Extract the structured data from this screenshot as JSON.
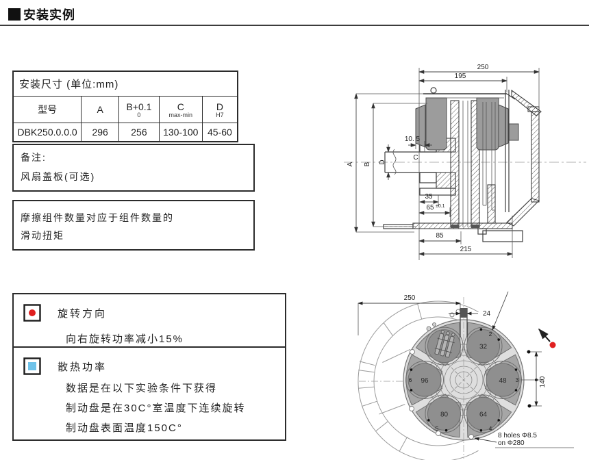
{
  "page": {
    "title": "安装实例"
  },
  "table": {
    "caption": "安装尺寸 (单位:mm)",
    "headers": {
      "model": "型号",
      "a": "A",
      "b": "B+0.1",
      "b_sub": "0",
      "c": "C",
      "c_sub": "max-min",
      "d": "D",
      "d_sub": "H7"
    },
    "row": {
      "model": "DBK250.0.0.0",
      "a": "296",
      "b": "256",
      "c": "130-100",
      "d": "45-60"
    }
  },
  "remark": {
    "title": "备注:",
    "body": "风扇盖板(可选)"
  },
  "friction_note": {
    "line1": "摩擦组件数量对应于组件数量的",
    "line2": "滑动扭矩"
  },
  "legend": {
    "rotation": {
      "title": "旋转方向",
      "body": "向右旋转功率减小15%",
      "marker_color": "#e02020"
    },
    "heat": {
      "title": "散热功率",
      "line1": "数据是在以下实验条件下获得",
      "line2": "制动盘是在30C°室温度下连续旋转",
      "line3": "制动盘表面温度150C°",
      "marker_color": "#6fc3ea"
    }
  },
  "section_view": {
    "dims": {
      "overall_width": "250",
      "cover_width": "195",
      "offset": "10. 5",
      "hub_depth": "35",
      "mount_depth": "65",
      "mount_tol": "±0.1",
      "flange_depth": "85",
      "total_depth": "215",
      "dia_a": "A",
      "dia_b": "B",
      "dia_c": "C",
      "dia_d": "D"
    }
  },
  "front_view": {
    "dims": {
      "square": "250",
      "slot": "24",
      "hole_span": "140"
    },
    "pads": [
      {
        "value": "32",
        "index": "2"
      },
      {
        "value": "48",
        "index": "3"
      },
      {
        "value": "64",
        "index": "4"
      },
      {
        "value": "80",
        "index": "5"
      },
      {
        "value": "96",
        "index": "6"
      }
    ],
    "holes_note_line1": "8 holes Φ8.5",
    "holes_note_line2": "on Φ280"
  }
}
